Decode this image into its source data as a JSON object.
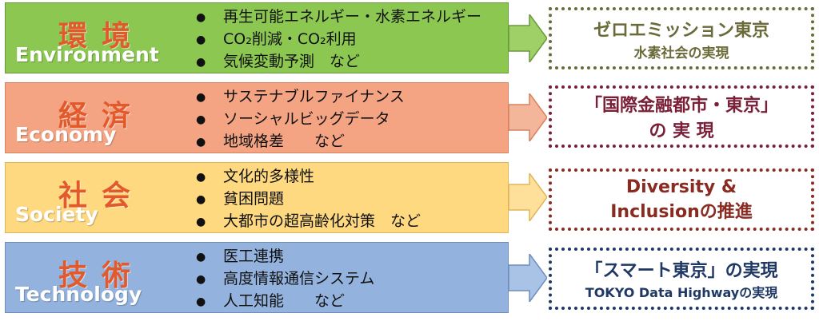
{
  "rows": [
    {
      "jp": "環境",
      "en": "Environment",
      "items": [
        "再生可能エネルギー・水素エネルギー",
        "CO₂削減・CO₂利用",
        "気候変動予測　など"
      ],
      "goal": [
        "ゼロエミッション東京",
        "水素社会の実現"
      ],
      "colors": {
        "band": "#8cc751",
        "border": "#6a9a3a",
        "jp": "#e2592b",
        "goal": "#6b6b3a",
        "arrow": "#9fd068"
      }
    },
    {
      "jp": "経済",
      "en": "Economy",
      "items": [
        "サステナブルファイナンス",
        "ソーシャルビッグデータ",
        "地域格差　　など"
      ],
      "goal": [
        "「国際金融都市・東京」",
        "の 実 現"
      ],
      "colors": {
        "band": "#f4a483",
        "border": "#d9825e",
        "jp": "#e2592b",
        "goal": "#7a1f38",
        "arrow": "#f4b69a"
      }
    },
    {
      "jp": "社会",
      "en": "Society",
      "items": [
        "文化的多様性",
        "貧困問題",
        "大都市の超高齢化対策　など"
      ],
      "goal": [
        "Diversity &",
        "Inclusionの推進"
      ],
      "colors": {
        "band": "#ffd980",
        "border": "#e0b55a",
        "jp": "#e2592b",
        "goal": "#8a2b22",
        "arrow": "#ffe09a"
      }
    },
    {
      "jp": "技術",
      "en": "Technology",
      "items": [
        "医工連携",
        "高度情報通信システム",
        "人工知能　　など"
      ],
      "goal": [
        "「スマート東京」の実現",
        "TOKYO Data Highwayの実現"
      ],
      "colors": {
        "band": "#93b3de",
        "border": "#6e8fbd",
        "jp": "#e2592b",
        "goal": "#1f3864",
        "arrow": "#a8c3e6"
      }
    }
  ],
  "bullet": "●"
}
